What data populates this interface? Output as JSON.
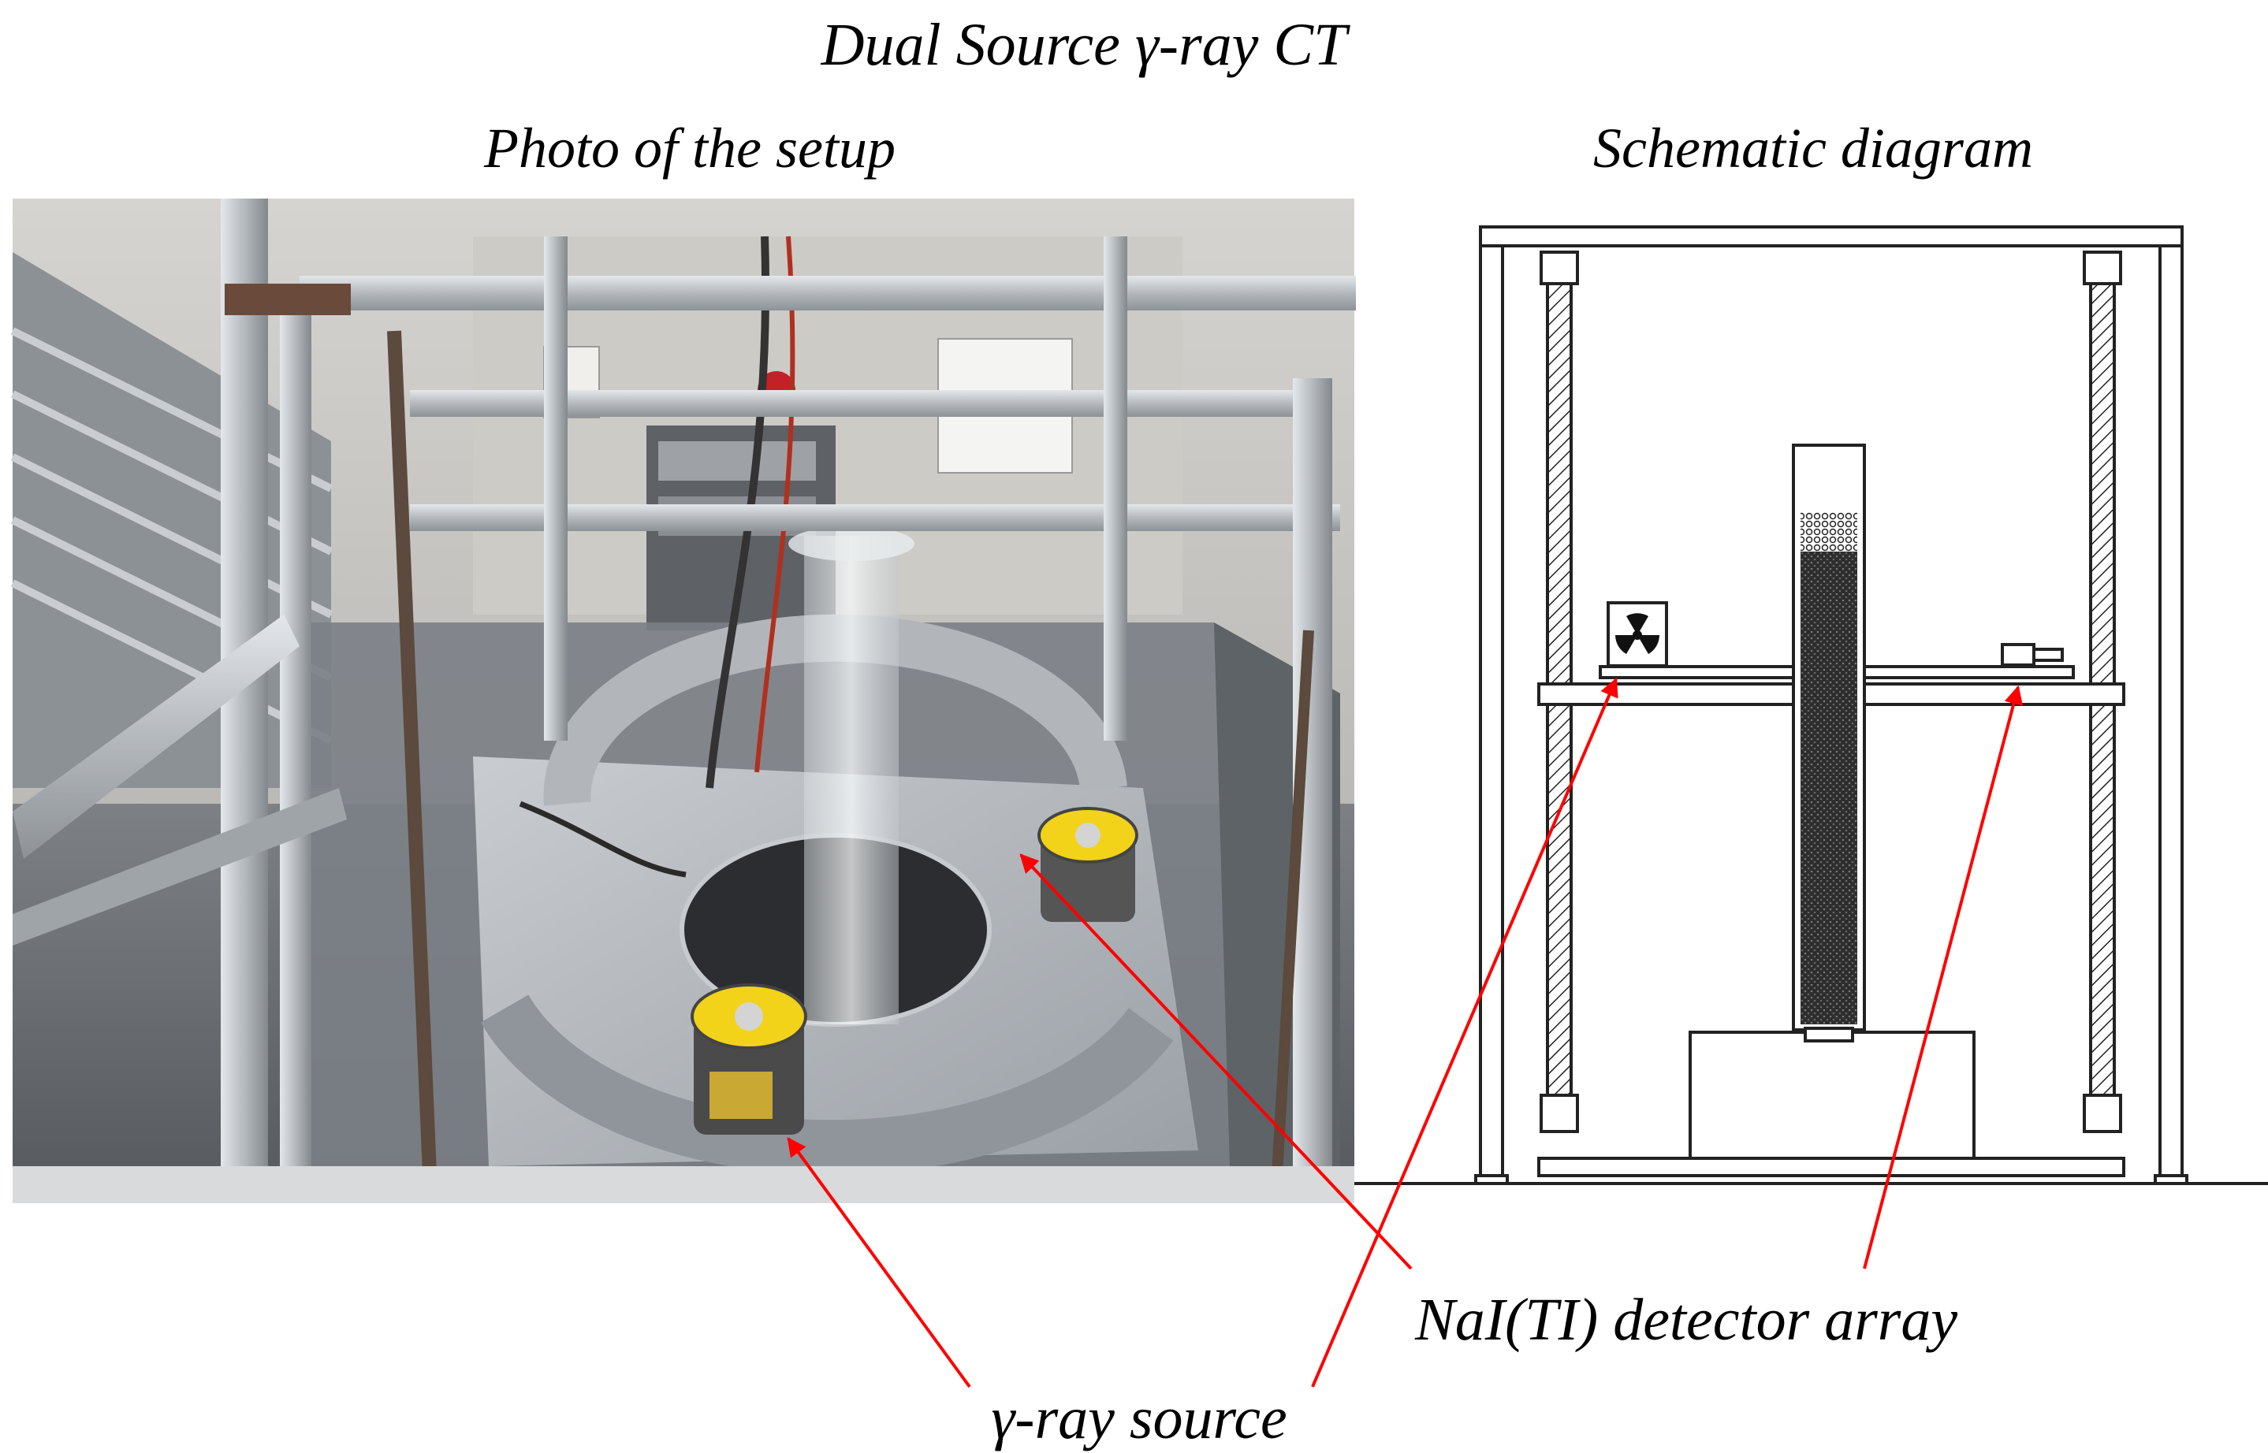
{
  "figure": {
    "title": "Dual Source γ-ray CT",
    "photo_title": "Photo of the setup",
    "schematic_title": "Schematic diagram"
  },
  "labels": {
    "detector": "NaI(TI) detector array",
    "source": "γ-ray source"
  },
  "colors": {
    "arrow": "#ff0000",
    "source_housing": "#f2d31a",
    "aluminum_frame": "#b9bec4",
    "bed": "#333333"
  },
  "icons": {
    "source_symbol": "radiation-trefoil-icon"
  }
}
